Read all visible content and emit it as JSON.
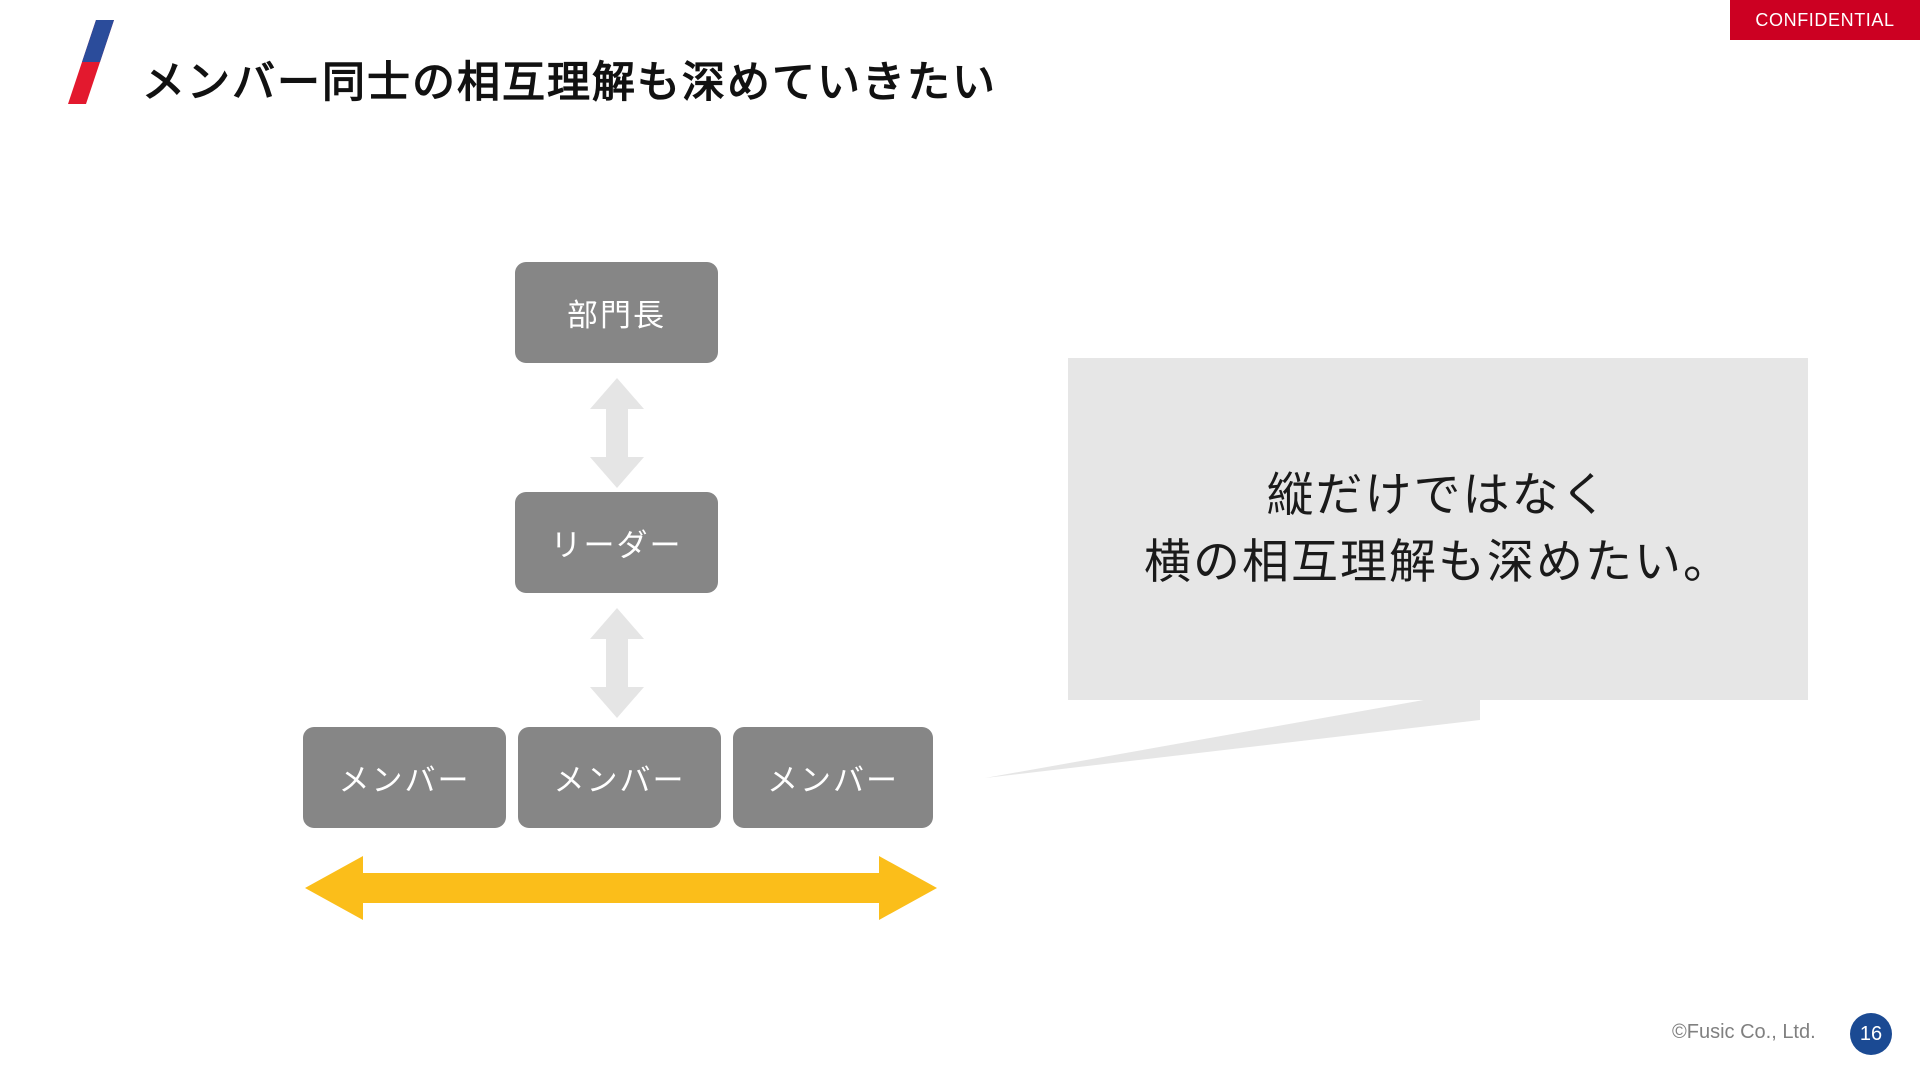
{
  "badge": {
    "confidential_label": "CONFIDENTIAL",
    "color": "#CC0022"
  },
  "header": {
    "title": "メンバー同士の相互理解も深めていきたい",
    "logo_name": "fusic-slash-logo",
    "logo_colors": {
      "top": "#2B4C9B",
      "bottom": "#E3192E"
    }
  },
  "org_chart": {
    "box_color": "#868686",
    "arrow_color": "#E5E5E5",
    "highlight_arrow_color": "#FBBE1A",
    "nodes": [
      {
        "label": "部門長",
        "level": "director"
      },
      {
        "label": "リーダー",
        "level": "leader"
      }
    ],
    "members": [
      {
        "label": "メンバー"
      },
      {
        "label": "メンバー"
      },
      {
        "label": "メンバー"
      }
    ],
    "vertical_arrows": [
      {
        "name": "director-to-leader",
        "direction": "both"
      },
      {
        "name": "leader-to-members",
        "direction": "both"
      }
    ],
    "horizontal_arrow": {
      "name": "member-to-member",
      "direction": "both",
      "color": "#FBBE1A"
    }
  },
  "callout": {
    "background": "#E6E6E6",
    "lines": [
      "縦だけではなく",
      "横の相互理解も深めたい。"
    ]
  },
  "footer": {
    "copyright": "©Fusic Co., Ltd.",
    "page_number": "16",
    "page_badge_color": "#1B4A93"
  }
}
